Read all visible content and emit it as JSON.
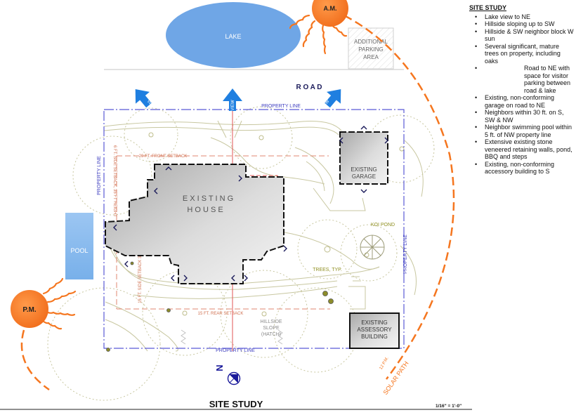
{
  "labels": {
    "lake": "LAKE",
    "am": "A.M.",
    "pm": "P.M.",
    "additional_parking": [
      "ADDITIONAL",
      "PARKING",
      "AREA"
    ],
    "road": "R O A D",
    "view": "VIEW",
    "property_line": "PROPERTY LINE",
    "front_setback": "20 FT. FRONT SETBACK",
    "side_setback_north": "6 FT. SIDE SETBACK, 35 FT HEIGHT",
    "side_setback_south": "15 FT. SIDE SETBACK 35 FT HEIGHT",
    "rear_setback": "15 FT. REAR SETBACK",
    "existing_house": [
      "E X I S T I N G",
      "H O U S E"
    ],
    "existing_garage": [
      "EXISTING",
      "GARAGE"
    ],
    "koi_pond": "KOI POND",
    "trees": "TREES, TYP.",
    "hillside": [
      "HILLSIDE",
      "SLOPE",
      "(HATCH)"
    ],
    "accessory": [
      "EXISTING",
      "ASSESSORY",
      "BUILDING"
    ],
    "pool": "POOL",
    "solar_path": "SOLAR PATH",
    "sun_angle": "12 P.M.",
    "north": "N",
    "title": "SITE STUDY",
    "scale": "1/16\" =    1'-0\""
  },
  "notes": {
    "title": "SITE STUDY",
    "items": [
      "Lake view to NE",
      "Hillside sloping up to SW",
      "Hillside & SW neighbor block W sun",
      "Several significant, mature trees on property, including oaks",
      "Road to NE with space for visitor parking between road & lake",
      "Existing, non-conforming garage on road to NE",
      "Neighbors within 30 ft. on S, SW & NW",
      "Neighbor swimming pool within 5 ft. of NW property line",
      "Extensive existing stone veneered retaining walls, pond, BBQ and steps",
      "Existing, non-conforming accessory building to S"
    ]
  },
  "colors": {
    "lake": "#6fa6e6",
    "sun": "#f5761f",
    "view_arrow": "#1f7fe0",
    "property_line": "#5a5ad6",
    "setback": "#e08770",
    "axis": "#e05555",
    "landscape": "#c8c7a0",
    "accent_text": "#8f8f20"
  }
}
